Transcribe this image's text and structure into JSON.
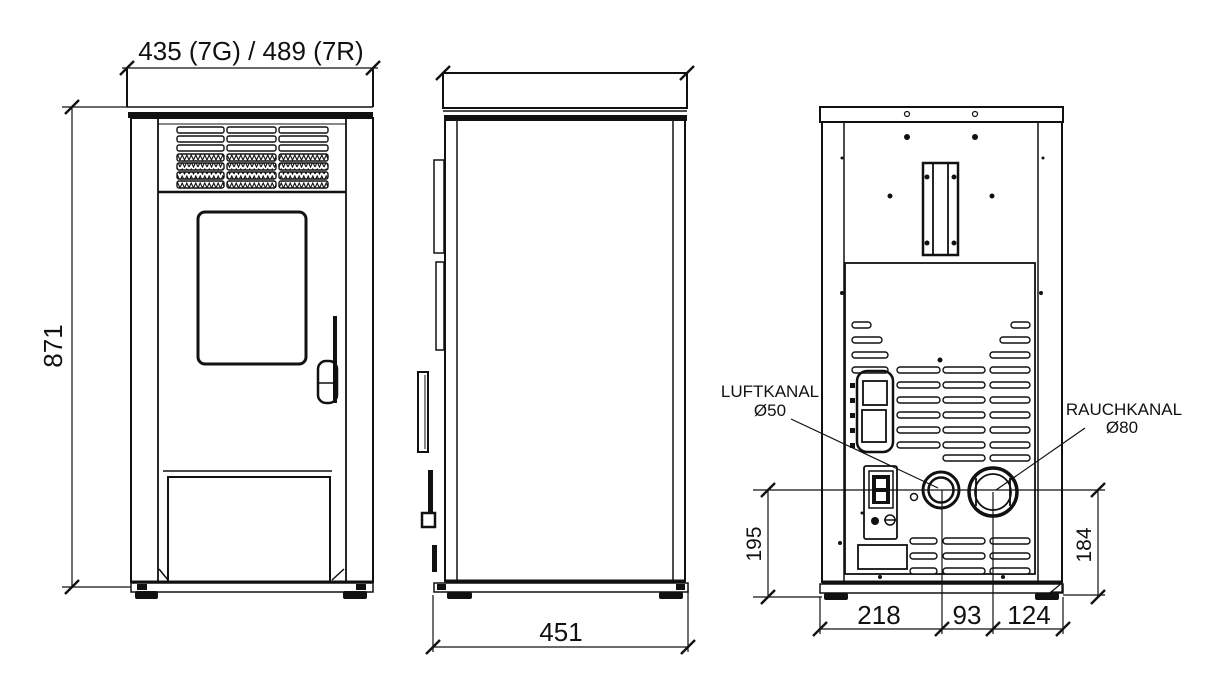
{
  "drawing": {
    "front_view": {
      "width_label": "435 (7G) / 489 (7R)",
      "height_label": "871"
    },
    "side_view": {
      "depth_label": "451"
    },
    "back_view": {
      "air_duct": {
        "name": "LUFTKANAL",
        "diameter": "Ø50"
      },
      "flue_duct": {
        "name": "RAUCHKANAL",
        "diameter": "Ø80"
      },
      "left_height_label": "195",
      "right_height_label": "184",
      "bottom_left_label": "218",
      "bottom_middle_label": "93",
      "bottom_right_label": "124"
    },
    "colors": {
      "line": "#111111",
      "background": "#ffffff"
    }
  }
}
